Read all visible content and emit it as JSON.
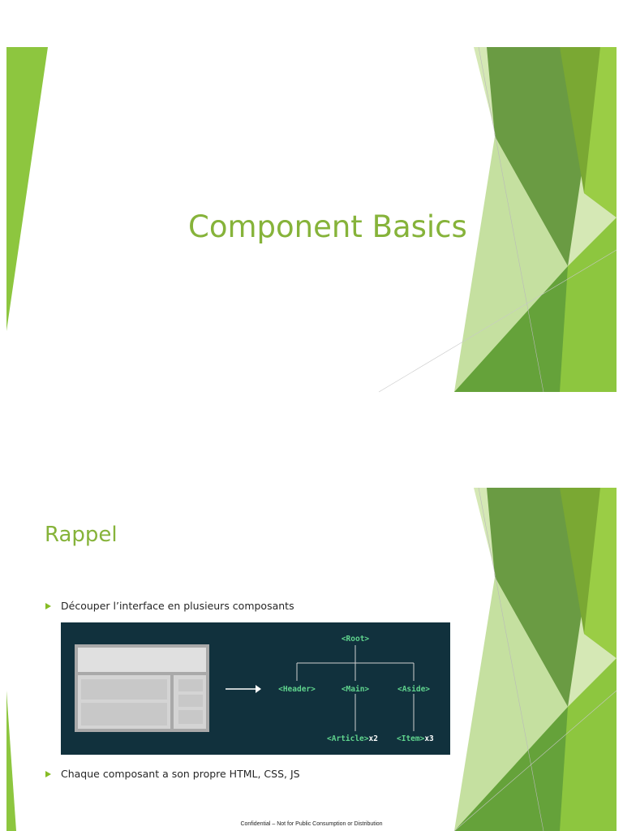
{
  "slide1": {
    "title": "Component Basics"
  },
  "slide2": {
    "title": "Rappel",
    "bullets": [
      "Découper l’interface en plusieurs composants",
      "Chaque composant a son propre HTML, CSS, JS"
    ],
    "diagram": {
      "root": "<Root>",
      "children": [
        "<Header>",
        "<Main>",
        "<Aside>"
      ],
      "leaves": [
        {
          "tag": "<Article>",
          "count": "x2"
        },
        {
          "tag": "<Item>",
          "count": "x3"
        }
      ]
    },
    "footer": "Confidential – Not for Public Consumption or Distribution"
  },
  "colors": {
    "title_green": "#86b33a",
    "node_green": "#5fd38d",
    "diagram_bg": "#11313d"
  }
}
